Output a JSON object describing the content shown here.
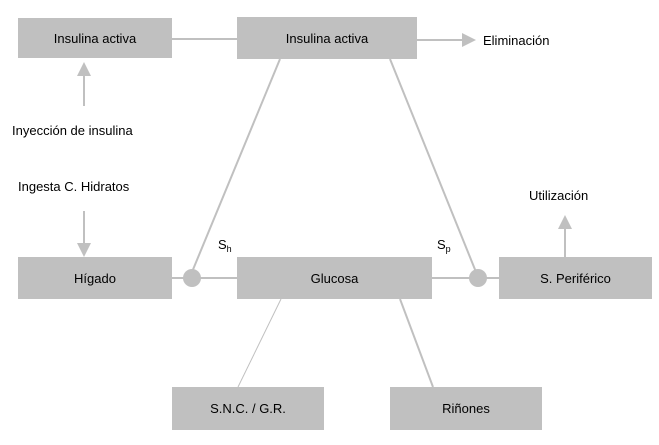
{
  "nodes": {
    "insulin_left": "Insulina activa",
    "insulin_top": "Insulina activa",
    "liver": "Hígado",
    "glucose": "Glucosa",
    "peripheral": "S. Periférico",
    "cns": "S.N.C. / G.R.",
    "kidneys": "Riñones"
  },
  "labels": {
    "elimination": "Eliminación",
    "injection": "Inyección de insulina",
    "carb_intake": "Ingesta C. Hidratos",
    "utilization": "Utilización",
    "sh_main": "S",
    "sh_sub": "h",
    "sp_main": "S",
    "sp_sub": "p"
  },
  "colors": {
    "node": "#c0c0c0",
    "edge": "#c0c0c0"
  }
}
